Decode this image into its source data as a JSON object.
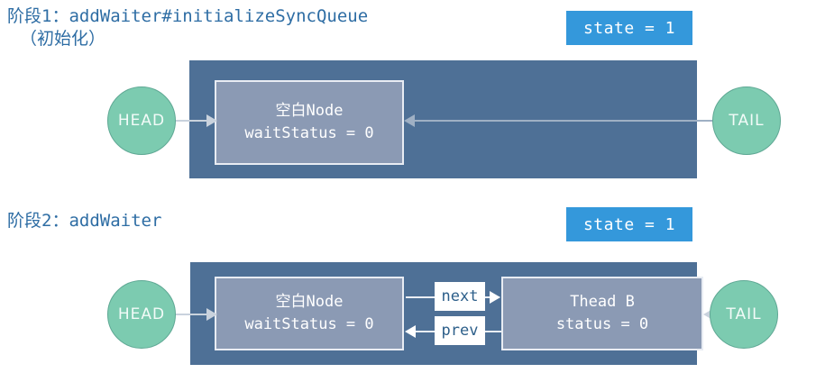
{
  "diagram": {
    "title_color": "#2e6da4",
    "container_color": "#4e7096",
    "node_color": "#8b9ab4",
    "endpoint_color": "#7ccbb0",
    "badge_color": "#3498db"
  },
  "sections": [
    {
      "id": "phase-1",
      "title": "阶段1：addWaiter#initializeSyncQueue",
      "title_sub": "（初始化）",
      "state_badge": "state = 1",
      "head_label": "HEAD",
      "tail_label": "TAIL",
      "nodes": [
        {
          "line1": "空白Node",
          "line2": "waitStatus = 0"
        }
      ]
    },
    {
      "id": "phase-2",
      "title": "阶段2：addWaiter",
      "state_badge": "state = 1",
      "head_label": "HEAD",
      "tail_label": "TAIL",
      "nodes": [
        {
          "line1": "空白Node",
          "line2": "waitStatus = 0"
        },
        {
          "line1": "Thead B",
          "line2": "status = 0"
        }
      ],
      "edges": {
        "next_label": "next",
        "prev_label": "prev"
      }
    }
  ]
}
